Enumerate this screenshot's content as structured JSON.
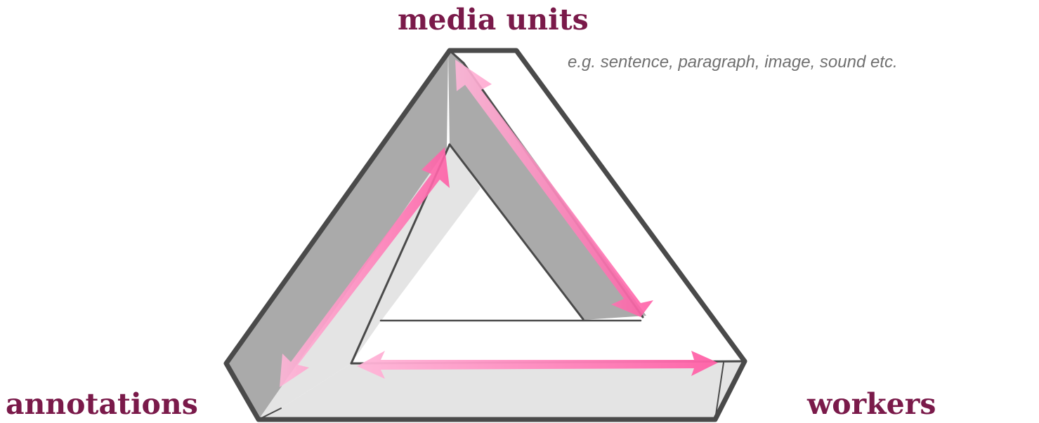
{
  "labels": {
    "top": "media units",
    "left": "annotations",
    "right": "workers"
  },
  "example_note": "e.g. sentence, paragraph, image, sound etc.",
  "colors": {
    "label": "#7a1a4a",
    "outline": "#4a4a4a",
    "face_dark": "#aaaaaa",
    "face_light": "#e4e4e4",
    "arrow": "#ff8fc0"
  }
}
